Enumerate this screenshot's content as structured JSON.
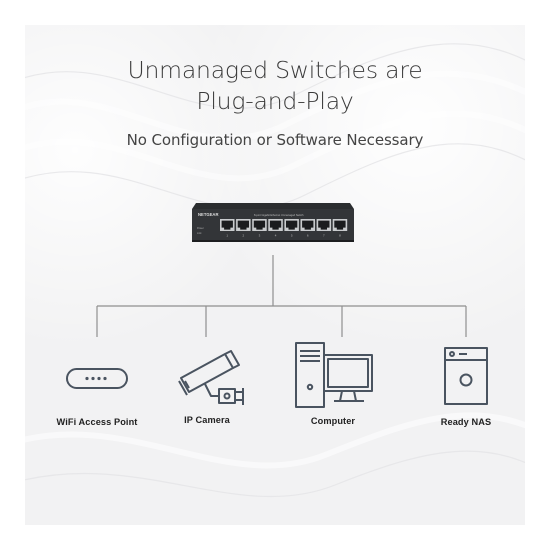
{
  "title_lines": [
    "Unmanaged Switches are",
    "Plug-and-Play"
  ],
  "subtitle": "No Configuration or Software Necessary",
  "switch": {
    "brand": "NETGEAR",
    "model_text": "8-port Gigabit Ethernet Unmanaged Switch",
    "port_numbers": [
      "1",
      "2",
      "3",
      "4",
      "5",
      "6",
      "7",
      "8"
    ],
    "status_labels": [
      "Power",
      "Link"
    ]
  },
  "devices": {
    "wifi": "WiFi Access Point",
    "camera": "IP Camera",
    "computer": "Computer",
    "nas": "Ready NAS"
  },
  "colors": {
    "background": "#f4f4f5",
    "device_stroke": "#4a5460",
    "line": "#8f8f8f",
    "switch_body": "#2b2d2f"
  }
}
